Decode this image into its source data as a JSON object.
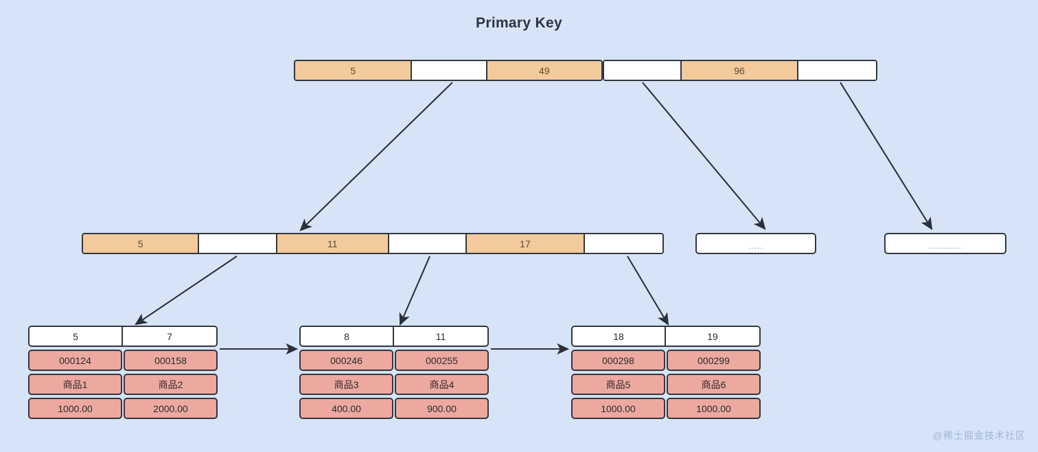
{
  "title": "Primary Key",
  "colors": {
    "background": "#d7e4f7",
    "key_cell": "#f2ca9c",
    "pointer_cell": "#ffffff",
    "data_cell": "#eda9a0",
    "border": "#32363f",
    "title_text": "#2c3342",
    "watermark_text": "#9fb4d4"
  },
  "root": {
    "name": "root-node",
    "cells": [
      {
        "type": "key",
        "label": "5"
      },
      {
        "type": "pointer",
        "label": ""
      },
      {
        "type": "key",
        "label": "49"
      },
      {
        "type": "pointer",
        "label": ""
      },
      {
        "type": "key",
        "label": "96"
      },
      {
        "type": "pointer",
        "label": ""
      }
    ]
  },
  "internal": {
    "name": "internal-node",
    "cells": [
      {
        "type": "key",
        "label": "5"
      },
      {
        "type": "pointer",
        "label": ""
      },
      {
        "type": "key",
        "label": "11"
      },
      {
        "type": "pointer",
        "label": ""
      },
      {
        "type": "key",
        "label": "17"
      },
      {
        "type": "pointer",
        "label": ""
      }
    ]
  },
  "stubs": [
    {
      "name": "internal-node-ellipsis-1",
      "label": "....."
    },
    {
      "name": "internal-node-ellipsis-2",
      "label": "..........."
    }
  ],
  "leaves": [
    {
      "name": "leaf-node-1",
      "keys": [
        "5",
        "7"
      ],
      "rows": [
        [
          "000124",
          "000158"
        ],
        [
          "商品1",
          "商品2"
        ],
        [
          "1000.00",
          "2000.00"
        ]
      ]
    },
    {
      "name": "leaf-node-2",
      "keys": [
        "8",
        "11"
      ],
      "rows": [
        [
          "000246",
          "000255"
        ],
        [
          "商品3",
          "商品4"
        ],
        [
          "400.00",
          "900.00"
        ]
      ]
    },
    {
      "name": "leaf-node-3",
      "keys": [
        "18",
        "19"
      ],
      "rows": [
        [
          "000298",
          "000299"
        ],
        [
          "商品5",
          "商品6"
        ],
        [
          "1000.00",
          "1000.00"
        ]
      ]
    }
  ],
  "watermark": "@稀土掘金技术社区"
}
